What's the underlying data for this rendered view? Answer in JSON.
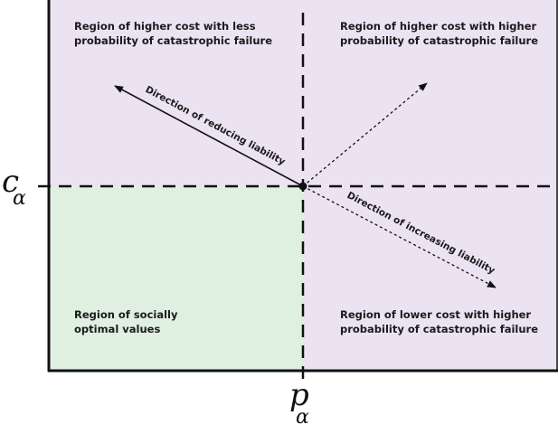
{
  "regions": {
    "top_left": [
      "Region of higher cost with less",
      "probability of catastrophic failure"
    ],
    "top_right": [
      "Region of higher cost with higher",
      "probability of catastrophic failure"
    ],
    "bottom_left": [
      "Region of socially",
      "optimal values"
    ],
    "bottom_right": [
      "Region of lower cost with higher",
      "probability of catastrophic failure"
    ]
  },
  "arrows": {
    "reducing": "Direction of reducing liability",
    "increasing": "Direction of increasing liability"
  },
  "axes": {
    "y_symbol": "c",
    "y_subscript": "α",
    "x_symbol": "p",
    "x_subscript": "α"
  },
  "colors": {
    "optimal_region": "#dff0e0",
    "other_regions": "#ebe3f2",
    "lines": "#111111"
  }
}
